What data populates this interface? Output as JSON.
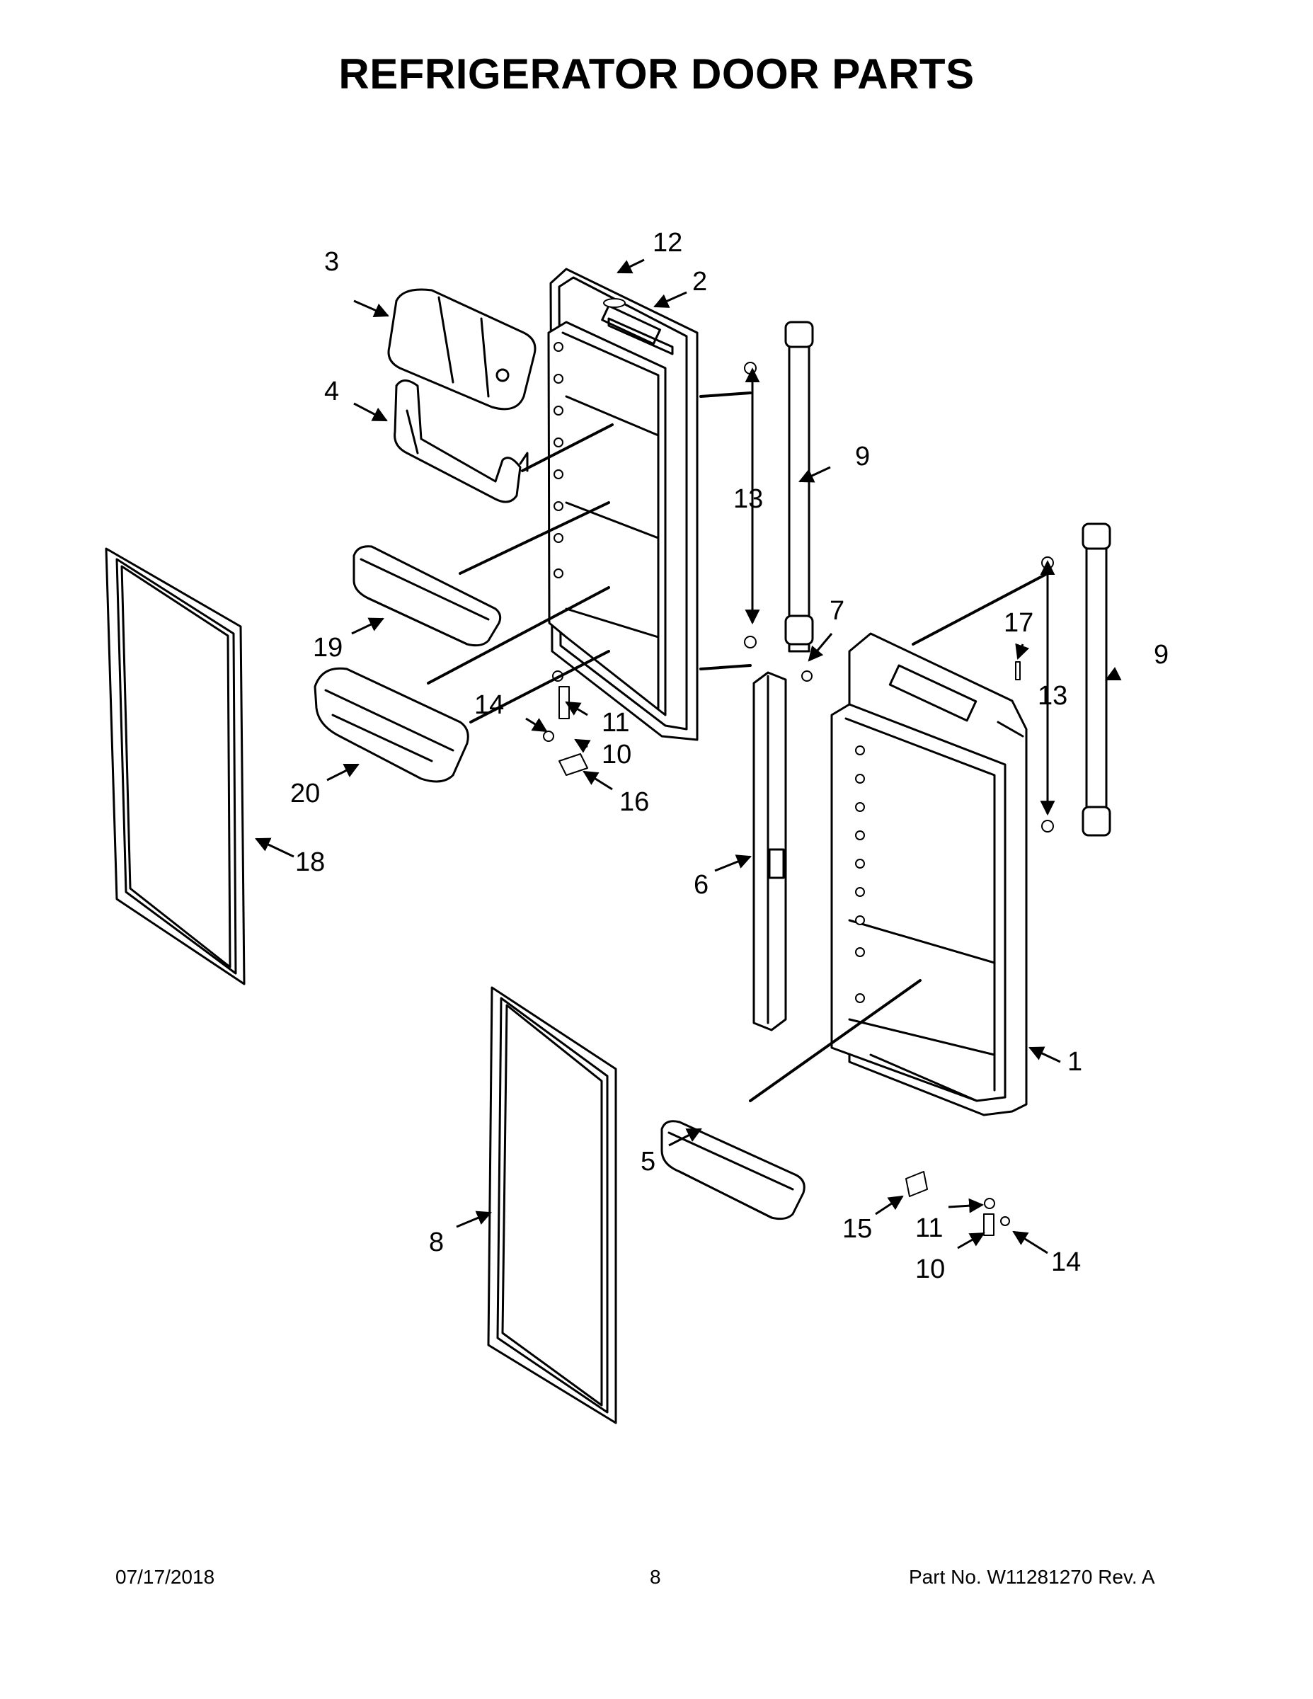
{
  "title": "REFRIGERATOR DOOR PARTS",
  "callouts": {
    "c1": "1",
    "c2": "2",
    "c3": "3",
    "c4": "4",
    "c5": "5",
    "c6": "6",
    "c7": "7",
    "c8": "8",
    "c9a": "9",
    "c9b": "9",
    "c10a": "10",
    "c10b": "10",
    "c11a": "11",
    "c11b": "11",
    "c12": "12",
    "c13a": "13",
    "c13b": "13",
    "c14a": "14",
    "c14b": "14",
    "c15": "15",
    "c16": "16",
    "c17": "17",
    "c18": "18",
    "c19": "19",
    "c20": "20"
  },
  "footer": {
    "date": "07/17/2018",
    "page": "8",
    "part_no": "Part No.  W11281270  Rev.  A"
  }
}
